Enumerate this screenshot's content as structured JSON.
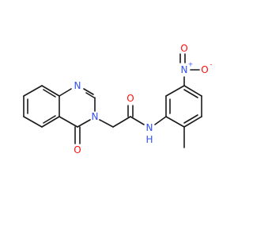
{
  "molecule": {
    "colors": {
      "bond": "#1a1a1a",
      "nitrogen": "#3050f8",
      "oxygen": "#ff0d0d",
      "carbon_label": "#1a1a1a"
    },
    "atoms": {
      "n1": "N",
      "n3": "N",
      "o_ring_carbonyl": "O",
      "o_amide": "O",
      "n_amide": "N",
      "h_amide": "H",
      "n_nitro": "N",
      "nitro_plus": "+",
      "o_nitro_top": "O",
      "o_nitro_right": "O",
      "nitro_minus": "-"
    }
  }
}
